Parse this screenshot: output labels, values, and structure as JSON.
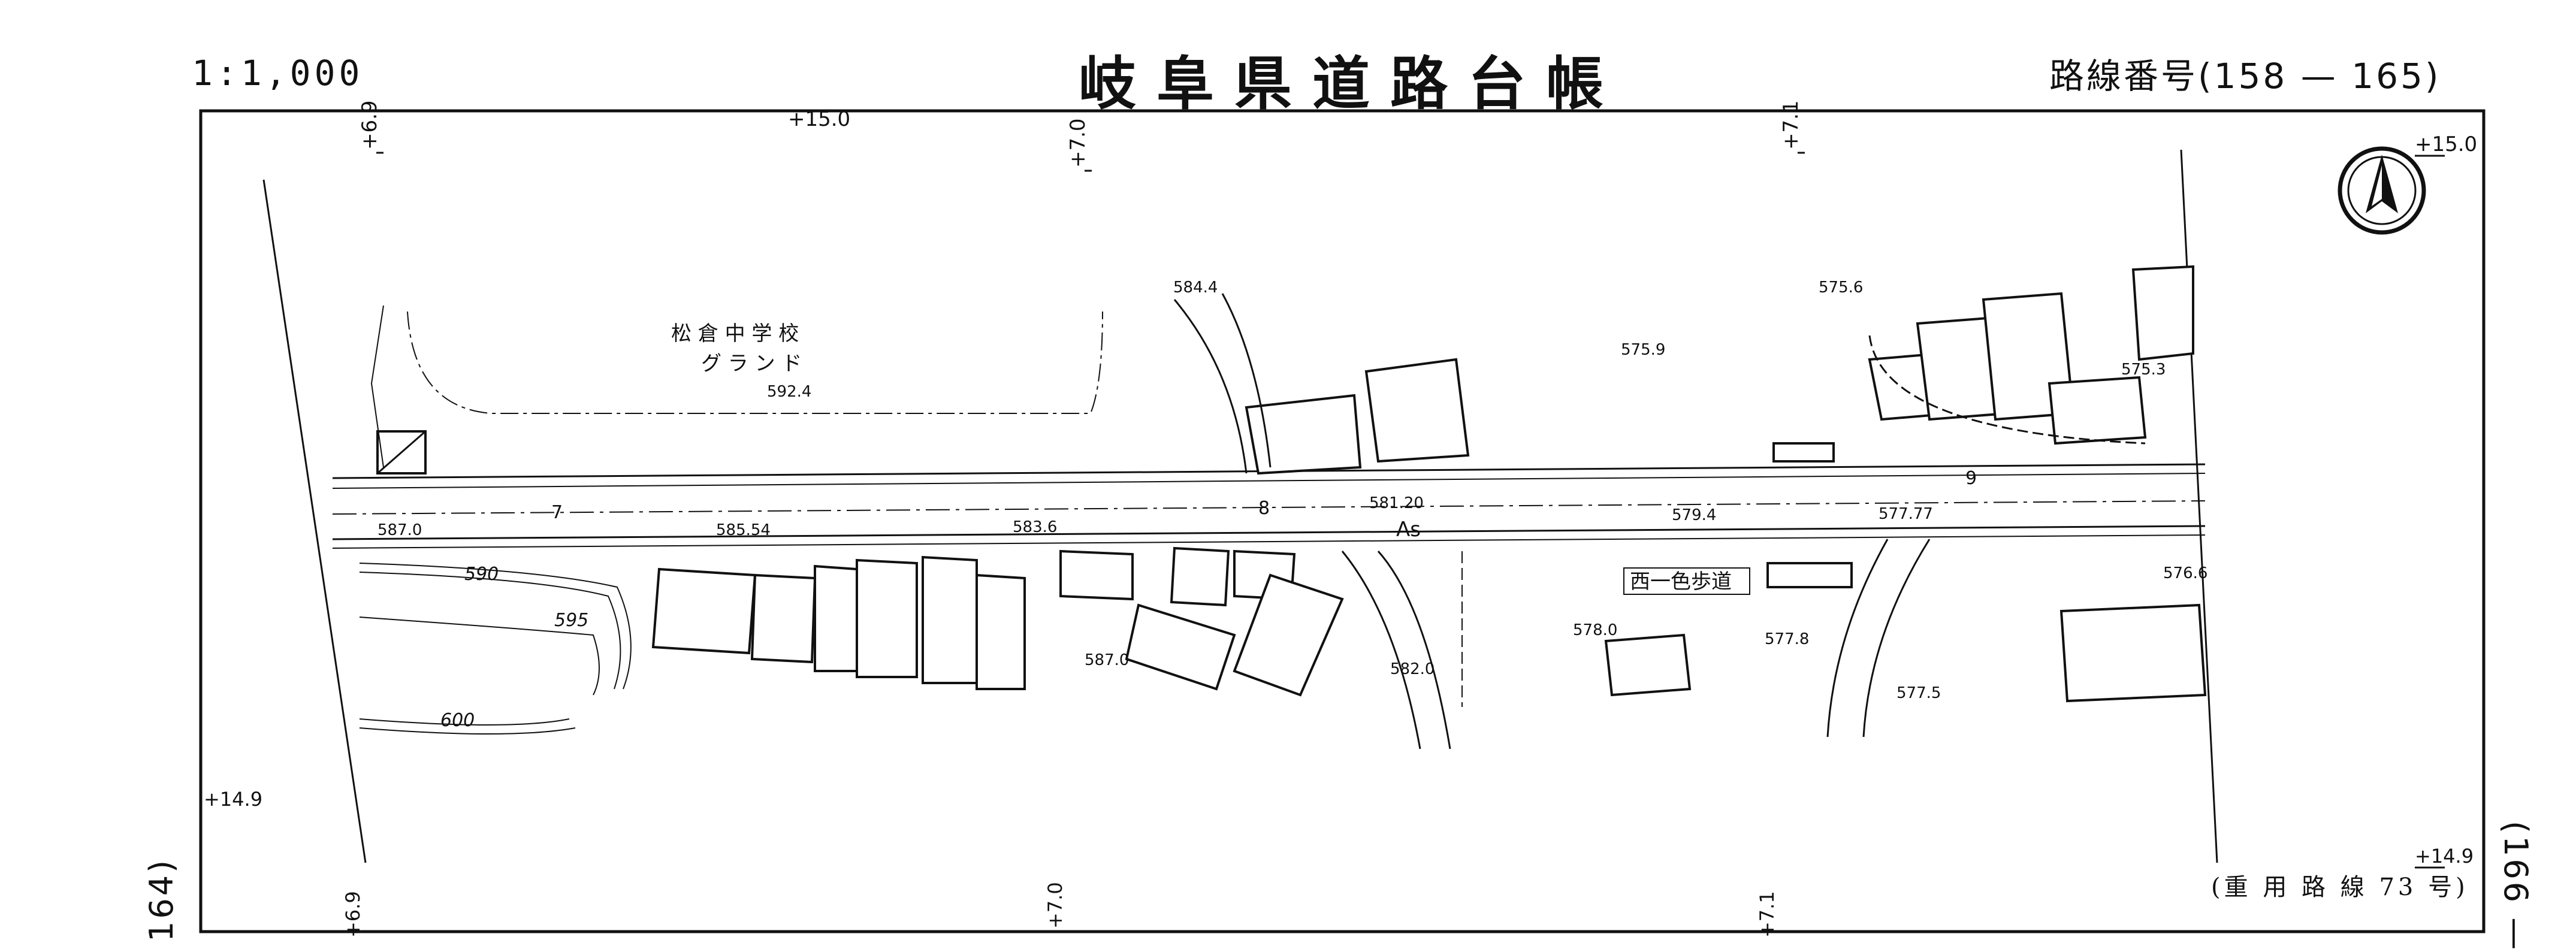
{
  "header": {
    "scale": "1:1,000",
    "title": "岐阜県道路台帳",
    "route_number": "路線番号(158 — 165)"
  },
  "margins": {
    "left_sheet": "164)",
    "right_sheet": "(166 —",
    "sub_route": "(重 用 路 線 73 号)"
  },
  "grid_ticks": {
    "top": [
      "+6.9",
      "+15.0",
      "+7.0",
      "+7.1",
      "+15.0"
    ],
    "left": [
      "+14.9"
    ],
    "right": [
      "+14.9"
    ],
    "bottom": [
      "+6.9",
      "+7.0",
      "+7.1"
    ]
  },
  "map_labels": {
    "school": "松 倉 中 学 校",
    "ground": "グ ラ ン ド",
    "sidewalk": "西一色歩道",
    "pavement": "As",
    "elevations": [
      "592.4",
      "584.4",
      "587.0",
      "585.54",
      "583.6",
      "581.20",
      "579.4",
      "577.77",
      "575.6",
      "575.3",
      "575.9",
      "578.0",
      "577.8",
      "577.5",
      "576.6",
      "587.0",
      "582.0"
    ],
    "contours": [
      "590",
      "595",
      "600"
    ],
    "station_numbers": [
      "7",
      "8",
      "9"
    ]
  },
  "icons": {
    "north_arrow": "north-arrow-icon"
  }
}
